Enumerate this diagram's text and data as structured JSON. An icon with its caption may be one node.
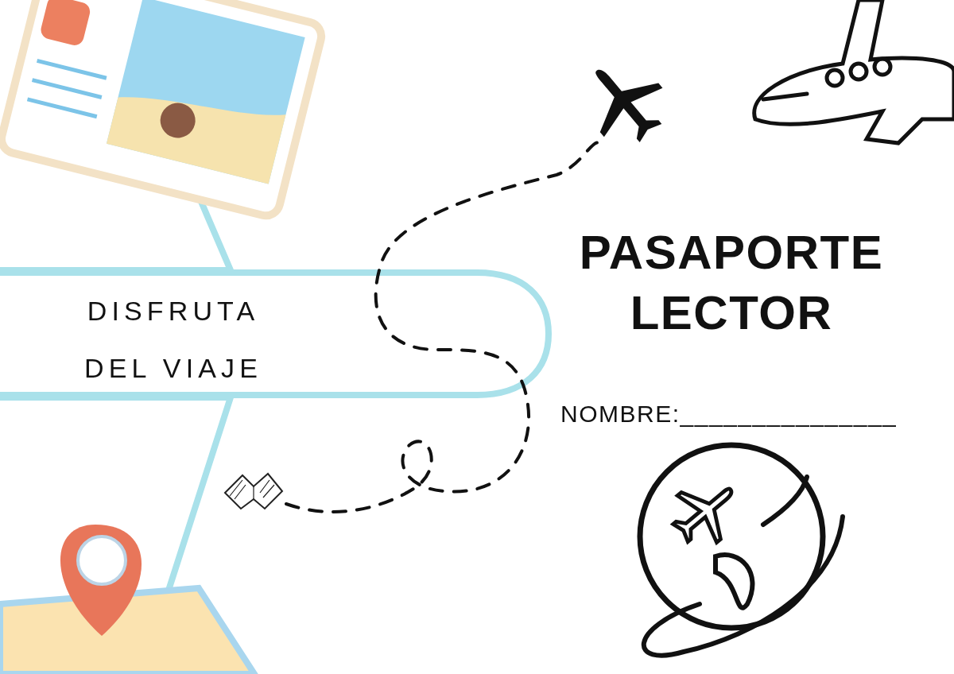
{
  "diagram": {
    "title": "PASAPORTE LECTOR",
    "nodes": [
      {
        "text": [],
        "shape": "picture"
      },
      {
        "text": [],
        "shape": "picture"
      },
      {
        "text": [
          "DISFRUTA DEL VIAJE"
        ]
      }
    ],
    "edges": [
      {
        "from": 0,
        "to": 1,
        "arrow": "none",
        "style": "dashed"
      }
    ],
    "labels": [
      "NOMBRE:_______________"
    ]
  }
}
